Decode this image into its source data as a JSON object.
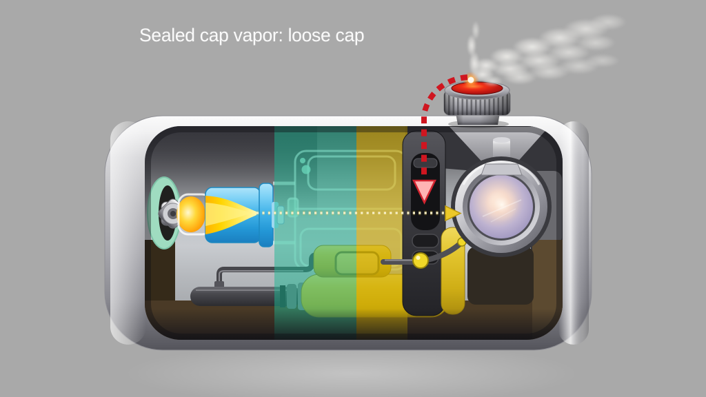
{
  "caption": {
    "text": "Sealed cap vapor: loose cap"
  },
  "palette": {
    "background": "#a9a9a9",
    "caption_text": "#fafafa",
    "zone_teal": "rgba(28,184,148,0.50)",
    "zone_yellow": "rgba(206,171,2,0.62)",
    "vapor_route_red": "#cf1620",
    "vapor_arrowhead_pink": "#ffb4b4",
    "flow_dotted_cream": "#f7eec6",
    "flow_arrowhead_yellow": "#edc829",
    "flame_yellow": "#ffd400",
    "injector_blue": "#45b5ea",
    "seal_ring_green": "#9fdcc0",
    "pump_yellow": "#dfc12a",
    "cap_top_red": "#c01712",
    "cap_spark_orange": "#ffaa46",
    "lens_glass_lavender": "#b0aacd",
    "lens_glow_pink": "#f6ddd0",
    "vapor_smoke": "#eeedeb"
  },
  "arrows": {
    "cap_vapor_route": {
      "style": "dashed",
      "direction": "down-into-tank-from-loose-cap"
    },
    "flow_path": {
      "style": "dotted",
      "direction": "left-to-right-into-outlet"
    }
  }
}
